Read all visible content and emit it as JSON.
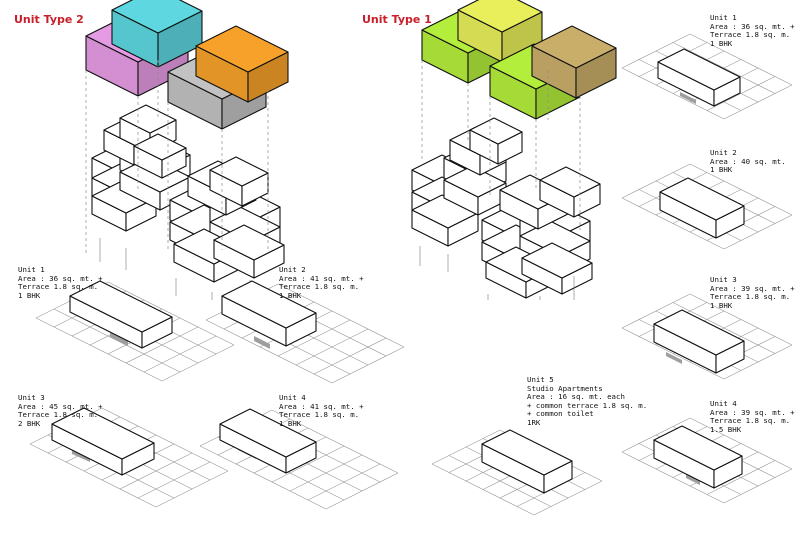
{
  "colors": {
    "heading": "#c8202a",
    "pink": "#e59be3",
    "cyan": "#5ed7e0",
    "orange": "#f7a12a",
    "gray": "#c2c2c2",
    "lime": "#b4ee3c",
    "yellow": "#e8ef5a",
    "tan": "#c9ae6a",
    "grid": "#9a9a9a",
    "shade": "#9e9e9e"
  },
  "headings": {
    "type2": "Unit Type 2",
    "type1": "Unit Type 1"
  },
  "units": [
    {
      "id": "t2u1",
      "lines": [
        "Unit 1",
        "Area : 36 sq. mt. +",
        "Terrace 1.8 sq. m.",
        "1 BHK"
      ]
    },
    {
      "id": "t2u2",
      "lines": [
        "Unit 2",
        "Area : 41 sq. mt. +",
        "Terrace 1.8 sq. m.",
        "1 BHK"
      ]
    },
    {
      "id": "t2u3",
      "lines": [
        "Unit 3",
        "Area : 45 sq. mt. +",
        "Terrace 1.8 sq. m.",
        "2 BHK"
      ]
    },
    {
      "id": "t2u4",
      "lines": [
        "Unit 4",
        "Area : 41 sq. mt. +",
        "Terrace 1.8 sq. m.",
        "1 BHK"
      ]
    },
    {
      "id": "t1u1",
      "lines": [
        "Unit 1",
        "Area : 36 sq. mt. +",
        "Terrace 1.8 sq. m.",
        "1 BHK"
      ]
    },
    {
      "id": "t1u2",
      "lines": [
        "Unit 2",
        "Area : 40 sq. mt.",
        "1 BHK"
      ]
    },
    {
      "id": "t1u3",
      "lines": [
        "Unit 3",
        "Area : 39 sq. mt. +",
        "Terrace 1.8 sq. m.",
        "1 BHK"
      ]
    },
    {
      "id": "t1u4",
      "lines": [
        "Unit 4",
        "Area : 39 sq. mt. +",
        "Terrace 1.8 sq. m.",
        "1.5 BHK"
      ]
    },
    {
      "id": "t1u5",
      "lines": [
        "Unit 5",
        "Studio Apartments",
        "Area : 16 sq. mt. each",
        "+ common terrace 1.8 sq. m.",
        "+ common toilet",
        "1RK"
      ]
    }
  ]
}
